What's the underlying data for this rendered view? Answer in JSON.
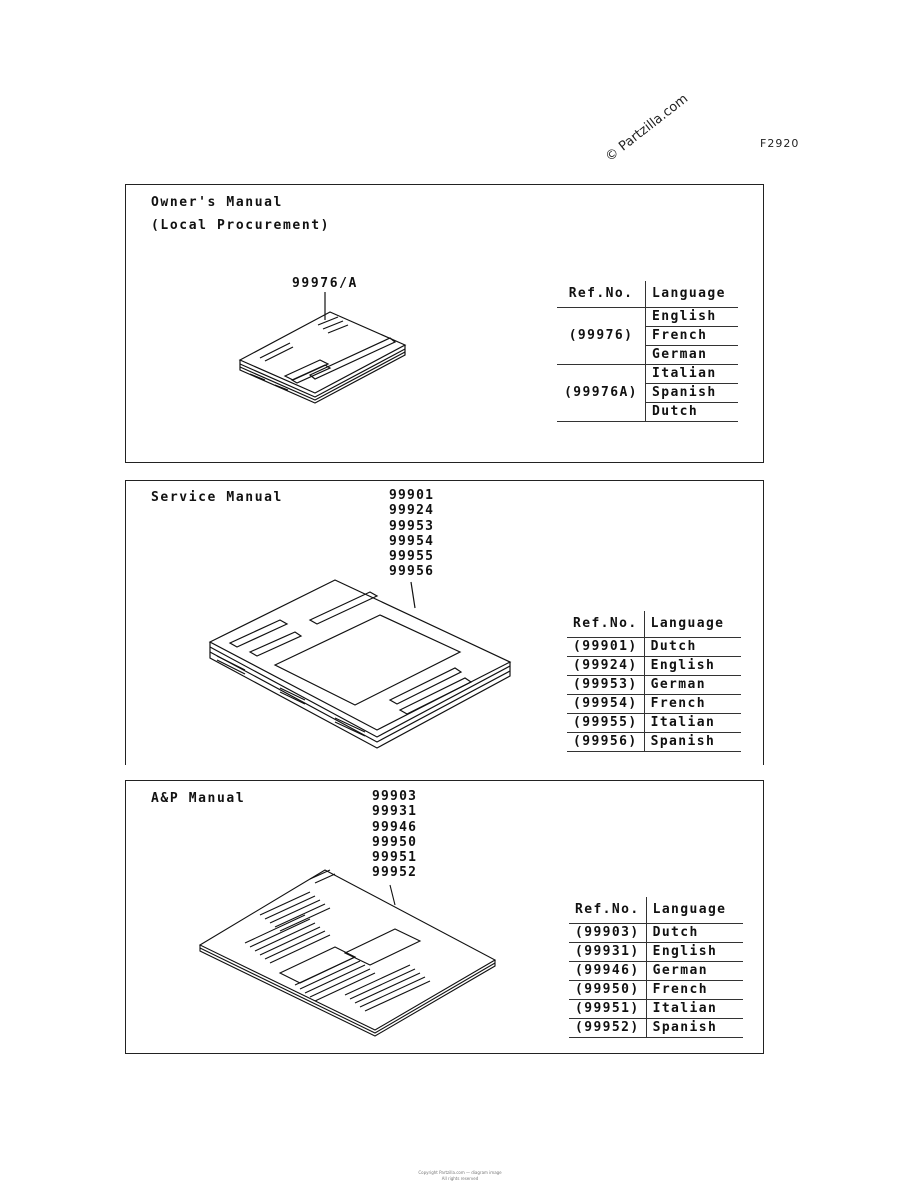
{
  "figure_id": "F2920",
  "watermark": "© Partzilla.com",
  "sections": {
    "owners": {
      "title_line1": "Owner's Manual",
      "title_line2": "(Local Procurement)",
      "part_label": "99976/A",
      "table": {
        "col_ref": "Ref.No.",
        "col_lang": "Language",
        "groups": [
          {
            "ref": "(99976)",
            "languages": [
              "English",
              "French",
              "German"
            ]
          },
          {
            "ref": "(99976A)",
            "languages": [
              "Italian",
              "Spanish",
              "Dutch"
            ]
          }
        ]
      }
    },
    "service": {
      "title": "Service Manual",
      "part_numbers": [
        "99901",
        "99924",
        "99953",
        "99954",
        "99955",
        "99956"
      ],
      "table": {
        "col_ref": "Ref.No.",
        "col_lang": "Language",
        "rows": [
          {
            "ref": "(99901)",
            "lang": "Dutch"
          },
          {
            "ref": "(99924)",
            "lang": "English"
          },
          {
            "ref": "(99953)",
            "lang": "German"
          },
          {
            "ref": "(99954)",
            "lang": "French"
          },
          {
            "ref": "(99955)",
            "lang": "Italian"
          },
          {
            "ref": "(99956)",
            "lang": "Spanish"
          }
        ]
      }
    },
    "ap": {
      "title": "A&P Manual",
      "part_numbers": [
        "99903",
        "99931",
        "99946",
        "99950",
        "99951",
        "99952"
      ],
      "table": {
        "col_ref": "Ref.No.",
        "col_lang": "Language",
        "rows": [
          {
            "ref": "(99903)",
            "lang": "Dutch"
          },
          {
            "ref": "(99931)",
            "lang": "English"
          },
          {
            "ref": "(99946)",
            "lang": "German"
          },
          {
            "ref": "(99950)",
            "lang": "French"
          },
          {
            "ref": "(99951)",
            "lang": "Italian"
          },
          {
            "ref": "(99952)",
            "lang": "Spanish"
          }
        ]
      }
    }
  },
  "footer": {
    "line1": "Copyright Partzilla.com — diagram image",
    "line2": "All rights reserved"
  }
}
